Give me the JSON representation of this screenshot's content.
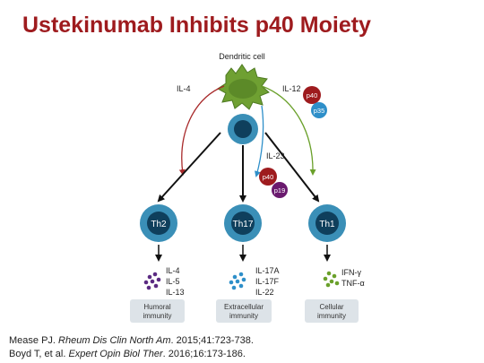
{
  "title": "Ustekinumab Inhibits p40 Moiety",
  "dendritic_cell_label": "Dendritic cell",
  "cytokines": {
    "il4": "IL-4",
    "il12": "IL-12",
    "il23": "IL-23",
    "p40": "p40",
    "p35": "p35",
    "p19": "p19"
  },
  "cells": [
    {
      "label": "Th2",
      "outputs": [
        "IL-4",
        "IL-5",
        "IL-13"
      ],
      "immunity": [
        "Humoral",
        "immunity"
      ]
    },
    {
      "label": "Th17",
      "outputs": [
        "IL-17A",
        "IL-17F",
        "IL-22"
      ],
      "immunity": [
        "Extracellular",
        "immunity"
      ]
    },
    {
      "label": "Th1",
      "outputs": [
        "IFN-γ",
        "TNF-α"
      ],
      "immunity": [
        "Cellular",
        "immunity"
      ]
    }
  ],
  "references": [
    {
      "pre": "Mease PJ. ",
      "journal": "Rheum Dis Clin North Am",
      "post": ". 2015;41:723-738."
    },
    {
      "pre": "Boyd T, et al. ",
      "journal": "Expert Opin Biol Ther",
      "post": ". 2016;16:173-186."
    }
  ],
  "colors": {
    "title": "#9e1b1e",
    "dendritic_cell": "#6fa032",
    "t_cell": "#3a8fb7",
    "t_cell_nucleus": "#0f3f5c",
    "p40": "#9e1b1e",
    "p35": "#2e8fc9",
    "p19": "#6a1a6e",
    "il4_arrow": "#a8292a",
    "il12_arrow": "#6aa02a",
    "il23_arrow": "#2e8fc9",
    "dots_th2": "#5b2a82",
    "dots_th17": "#2e8fc9",
    "dots_th1": "#6aa02a",
    "immunity_box": "#dde3e8"
  }
}
